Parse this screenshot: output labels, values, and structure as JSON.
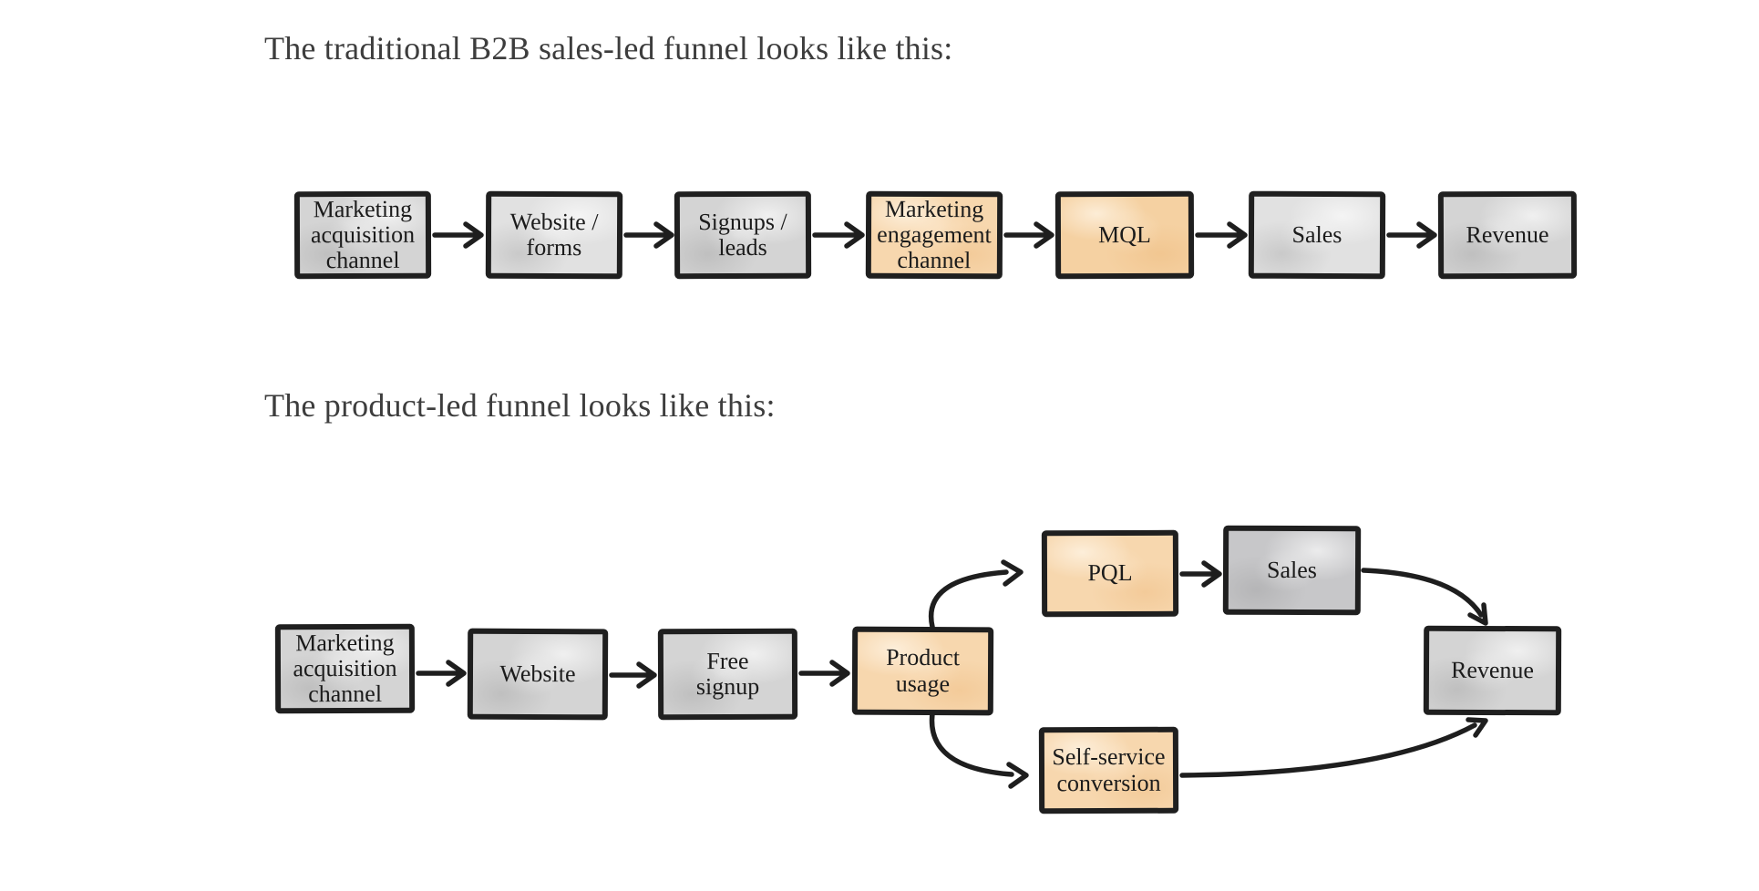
{
  "palette": {
    "background": "#ffffff",
    "box_border": "#1f1f1f",
    "box_text": "#1b1b1b",
    "title_text": "#3d3d3d",
    "arrow": "#1e1e1e",
    "gray_fill": "#d4d4d4",
    "gray_fill_light": "#e1e1e1",
    "gray_fill_dark": "#c7c7c9",
    "orange_fill": "#f7d7ae",
    "orange_fill_deep": "#f5d1a2"
  },
  "funnel1": {
    "title": "The traditional B2B sales-led funnel looks like this:",
    "nodes": [
      {
        "label": "Marketing\nacquisition\nchannel",
        "color": "gray"
      },
      {
        "label": "Website /\nforms",
        "color": "gray"
      },
      {
        "label": "Signups /\nleads",
        "color": "gray"
      },
      {
        "label": "Marketing\nengagement\nchannel",
        "color": "orange"
      },
      {
        "label": "MQL",
        "color": "orange"
      },
      {
        "label": "Sales",
        "color": "gray"
      },
      {
        "label": "Revenue",
        "color": "gray"
      }
    ],
    "edges": [
      {
        "from": "Marketing acquisition channel",
        "to": "Website / forms"
      },
      {
        "from": "Website / forms",
        "to": "Signups / leads"
      },
      {
        "from": "Signups / leads",
        "to": "Marketing engagement channel"
      },
      {
        "from": "Marketing engagement channel",
        "to": "MQL"
      },
      {
        "from": "MQL",
        "to": "Sales"
      },
      {
        "from": "Sales",
        "to": "Revenue"
      }
    ]
  },
  "funnel2": {
    "title": "The product-led funnel looks like this:",
    "nodes": [
      {
        "label": "Marketing\nacquisition\nchannel",
        "color": "gray"
      },
      {
        "label": "Website",
        "color": "gray"
      },
      {
        "label": "Free\nsignup",
        "color": "gray"
      },
      {
        "label": "Product\nusage",
        "color": "orange"
      },
      {
        "label": "PQL",
        "color": "orange"
      },
      {
        "label": "Sales",
        "color": "gray"
      },
      {
        "label": "Self-service\nconversion",
        "color": "orange"
      },
      {
        "label": "Revenue",
        "color": "gray"
      }
    ],
    "edges": [
      {
        "from": "Marketing acquisition channel",
        "to": "Website"
      },
      {
        "from": "Website",
        "to": "Free signup"
      },
      {
        "from": "Free signup",
        "to": "Product usage"
      },
      {
        "from": "Product usage",
        "to": "PQL"
      },
      {
        "from": "Product usage",
        "to": "Self-service conversion"
      },
      {
        "from": "PQL",
        "to": "Sales"
      },
      {
        "from": "Sales",
        "to": "Revenue"
      },
      {
        "from": "Self-service conversion",
        "to": "Revenue"
      }
    ]
  }
}
